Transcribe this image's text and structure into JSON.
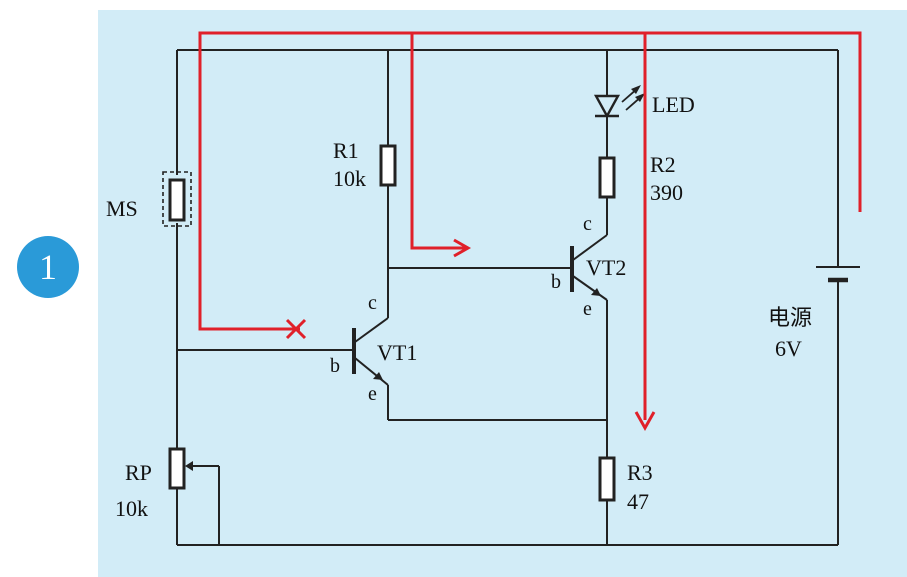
{
  "badge": {
    "number": "1",
    "color": "#2a9ad8"
  },
  "panel": {
    "background": "#d2ecf7"
  },
  "colors": {
    "wire": "#222222",
    "current_path": "#e0202a"
  },
  "components": {
    "ms": {
      "label": "MS"
    },
    "r1": {
      "name": "R1",
      "value": "10k"
    },
    "led": {
      "label": "LED"
    },
    "r2": {
      "name": "R2",
      "value": "390"
    },
    "vt1": {
      "label": "VT1",
      "c": "c",
      "b": "b",
      "e": "e"
    },
    "vt2": {
      "label": "VT2",
      "c": "c",
      "b": "b",
      "e": "e"
    },
    "rp": {
      "name": "RP",
      "value": "10k"
    },
    "r3": {
      "name": "R3",
      "value": "47"
    },
    "battery": {
      "name": "电源",
      "value": "6V"
    }
  }
}
